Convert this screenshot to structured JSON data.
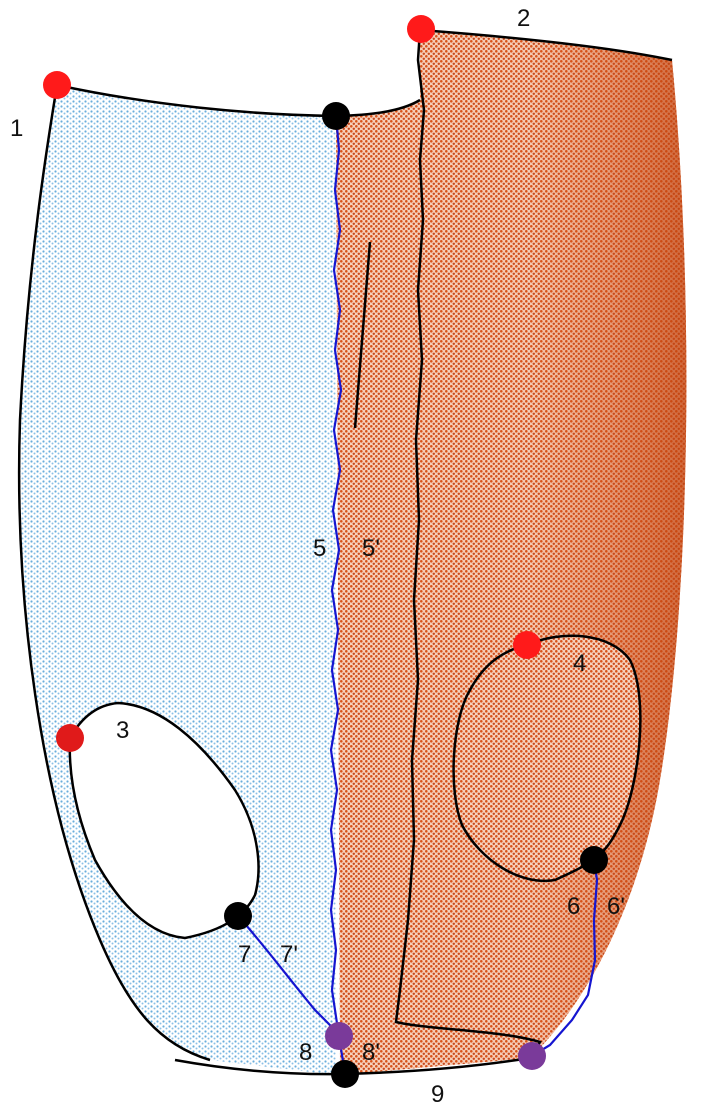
{
  "colors": {
    "left_region": "#6aaedc",
    "right_region": "#d9531a",
    "right_region_dark": "#b8410f",
    "boundary": "#000000",
    "cut_curve": "#1515d0",
    "endpoint_red": "#ff1a1a",
    "vertex_black": "#000000",
    "vertex_purple": "#7a3a9a"
  },
  "labels": {
    "l1": "1",
    "l2": "2",
    "l3": "3",
    "l4": "4",
    "l5": "5",
    "l5p": "5'",
    "l6": "6",
    "l6p": "6'",
    "l7": "7",
    "l7p": "7'",
    "l8": "8",
    "l8p": "8'",
    "l9": "9"
  }
}
